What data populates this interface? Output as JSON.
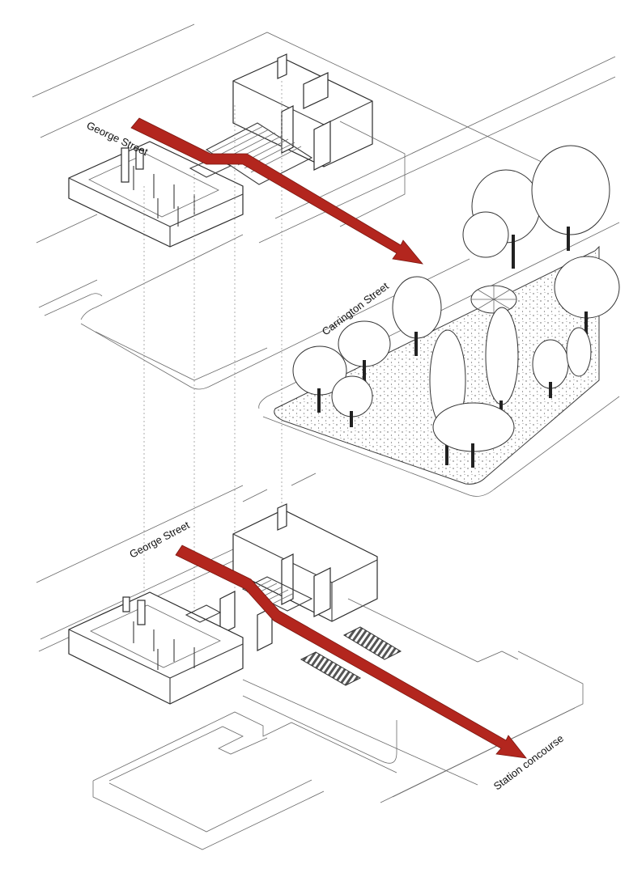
{
  "labels": {
    "upper_street": "George Street",
    "park_street": "Carrington Street",
    "lower_street": "George Street",
    "destination": "Station concourse"
  },
  "colors": {
    "route": "#b3261e",
    "linework": "#3a3a3a",
    "background": "#ffffff"
  }
}
